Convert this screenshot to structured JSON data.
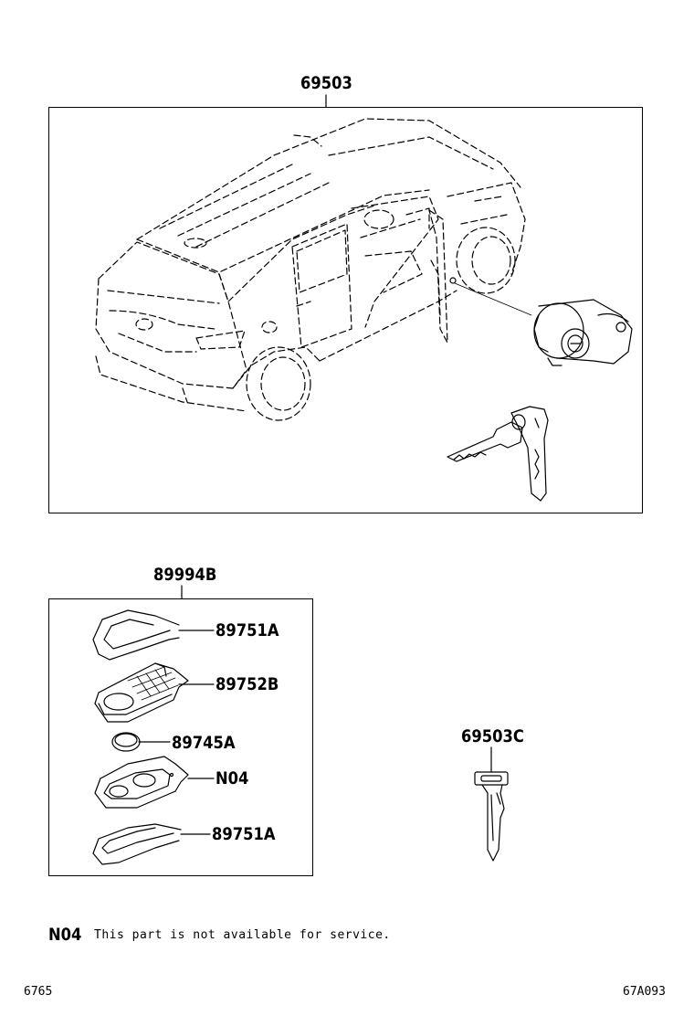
{
  "parts": {
    "assembly_main": "69503",
    "assembly_remote": "89994B",
    "remote_cover_top": "89751A",
    "remote_case": "89752B",
    "battery": "89745A",
    "remote_housing": "N04",
    "remote_cover_bottom": "89751A",
    "key_blank": "69503C"
  },
  "note": {
    "code": "N04",
    "text": "This part is not available for service."
  },
  "footer": {
    "left": "6765",
    "right": "67A093"
  }
}
